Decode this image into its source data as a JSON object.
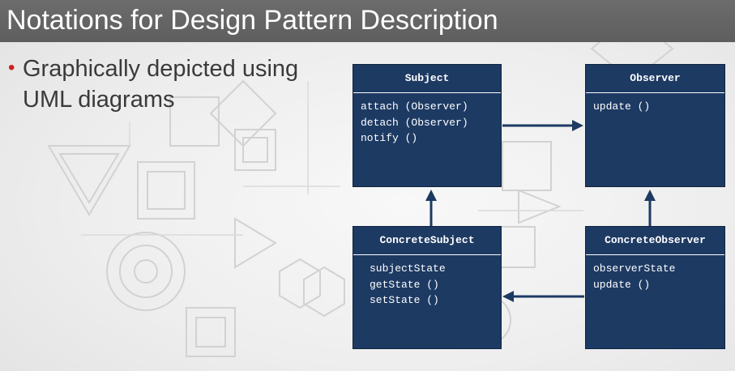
{
  "slide": {
    "title": "Notations for Design Pattern Description",
    "bullet": "Graphically depicted using UML diagrams"
  },
  "classes": {
    "subject": {
      "name": "Subject",
      "members": [
        "attach (Observer)",
        "detach (Observer)",
        "notify ()"
      ]
    },
    "observer": {
      "name": "Observer",
      "members": [
        "update ()"
      ]
    },
    "concrete_subject": {
      "name": "ConcreteSubject",
      "members": [
        "subjectState",
        "getState ()",
        "setState ()"
      ]
    },
    "concrete_observer": {
      "name": "ConcreteObserver",
      "members": [
        "observerState",
        "update ()"
      ]
    }
  },
  "colors": {
    "box_fill": "#1d3a63",
    "arrow": "#1d3a63",
    "title_bar": "#666666",
    "bullet": "#cc2222"
  }
}
